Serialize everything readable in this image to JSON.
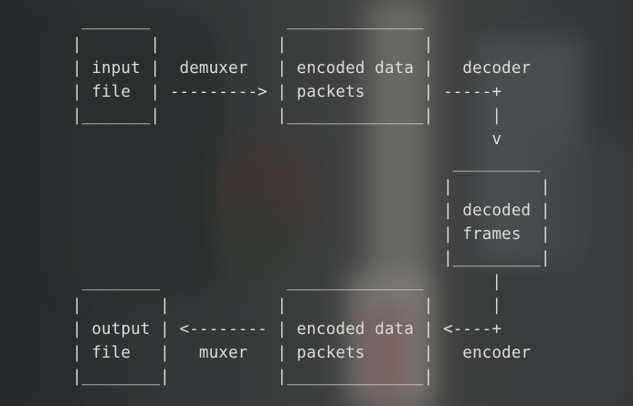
{
  "diagram": {
    "ascii_lines": [
      " _______              ______________",
      "|       |            |              |",
      "| input |  demuxer   | encoded data |   decoder",
      "| file  | ---------> | packets      | -----+",
      "|_______|            |______________|      |",
      "                                           v",
      "                                       _________",
      "                                      |         |",
      "                                      | decoded |",
      "                                      | frames  |",
      "                                      |_________|",
      " ________             ______________       |",
      "|        |           |              |      |",
      "| output | <-------- | encoded data | <----+",
      "| file   |   muxer   | packets      |   encoder",
      "|________|           |______________|"
    ]
  }
}
